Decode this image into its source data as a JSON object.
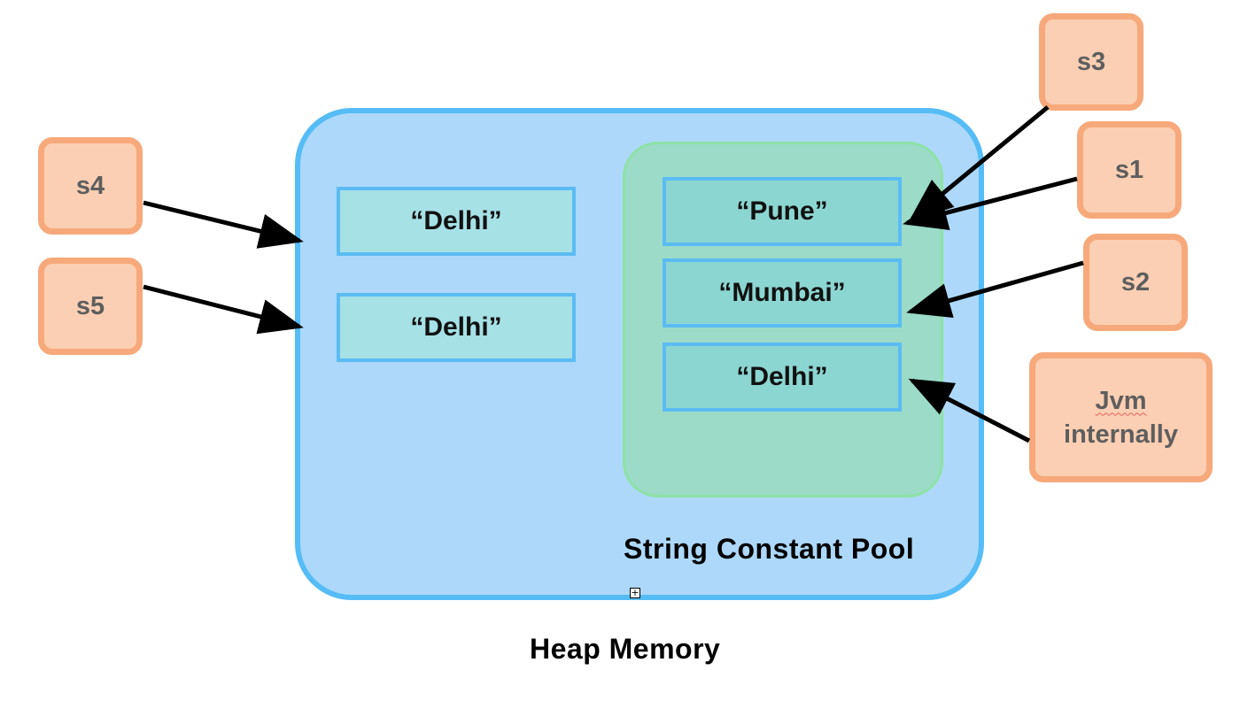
{
  "diagram": {
    "heap_label": "Heap Memory",
    "pool_label": "String Constant Pool",
    "heap_strings": [
      "“Delhi”",
      "“Delhi”"
    ],
    "pool_strings": [
      "“Pune”",
      "“Mumbai”",
      "“Delhi”"
    ],
    "references": {
      "s4": "s4",
      "s5": "s5",
      "s3": "s3",
      "s1": "s1",
      "s2": "s2",
      "jvm_line1": "Jvm",
      "jvm_line2": "internally"
    }
  },
  "colors": {
    "heap_fill": "#add8f9",
    "heap_border": "#55bcf6",
    "pool_fill": "#9bdbc8",
    "pool_border": "#8ee2a6",
    "ref_fill": "#fbcfb3",
    "ref_border": "#f7a97b",
    "arrow": "#000000"
  }
}
